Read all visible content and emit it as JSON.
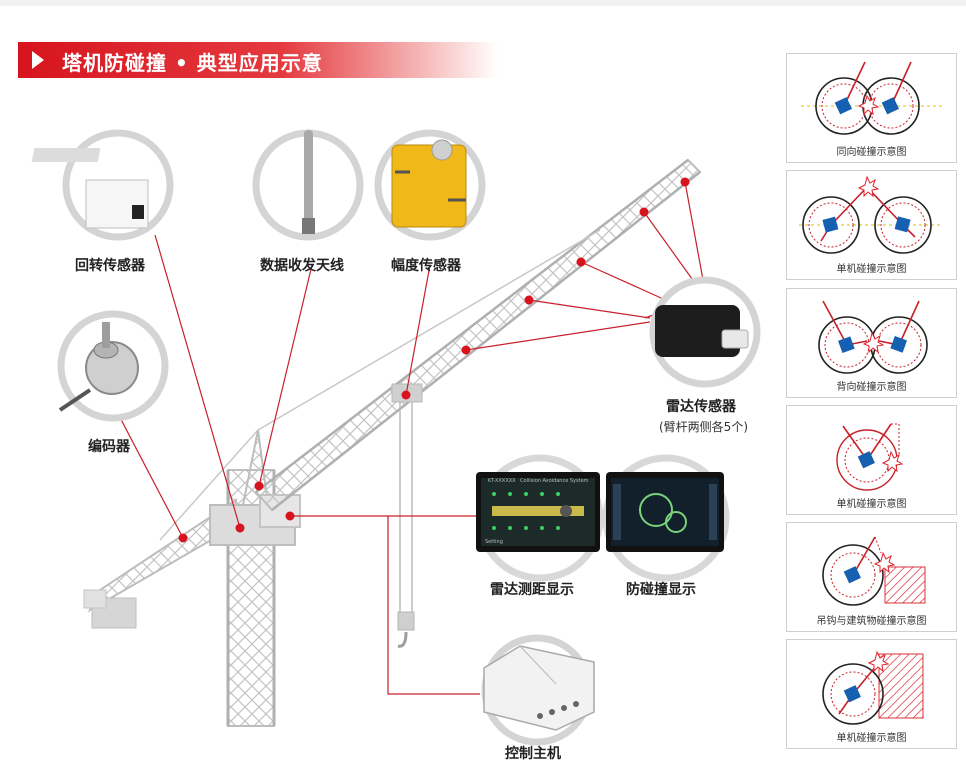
{
  "banner": {
    "title": "塔机防碰撞 • 典型应用示意"
  },
  "components": {
    "slewing_sensor": "回转传感器",
    "antenna": "数据收发天线",
    "trolley_sensor": "幅度传感器",
    "encoder": "编码器",
    "radar_sensor": "雷达传感器",
    "radar_note": "(臂杆两侧各5个)",
    "radar_display": "雷达测距显示",
    "anticollision_display": "防碰撞显示",
    "controller": "控制主机"
  },
  "screens": {
    "radar_id": "KT-XXXXXX",
    "radar_title": "Collision Avoidance System",
    "radar_setting": "Setting"
  },
  "diagrams": [
    {
      "caption": "同向碰撞示意图"
    },
    {
      "caption": "单机碰撞示意图"
    },
    {
      "caption": "背向碰撞示意图"
    },
    {
      "caption": "单机碰撞示意图"
    },
    {
      "caption": "吊钩与建筑物碰撞示意图"
    },
    {
      "caption": "单机碰撞示意图"
    }
  ],
  "colors": {
    "accent": "#d7141e",
    "line": "#c8202a",
    "panel_border": "#cfcfcf",
    "hatch": "#d9303a",
    "blue": "#1560b0"
  }
}
